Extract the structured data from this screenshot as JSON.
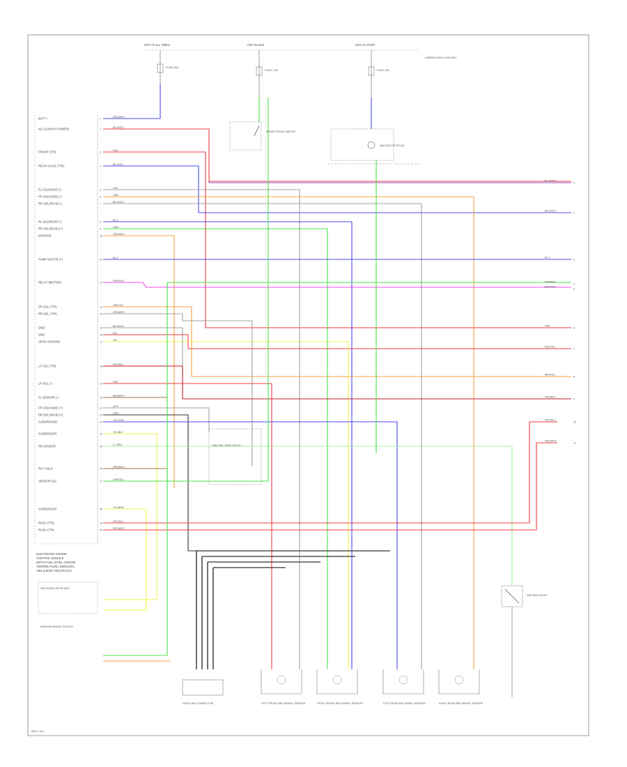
{
  "ecm_block": {
    "title_lines": [
      "ELECTRONIC ENGINE",
      "CONTROL MODULE",
      "(WITH FUEL LEVEL, ENGINE",
      "TEMPERATURE, EMISSION,",
      "ABS & BODY MULTIPLEX)"
    ],
    "pins": [
      {
        "label": "BATT +",
        "wire": "RED/WHT"
      },
      {
        "label": "IG1 (ALWAYS POWER)",
        "wire": "BLU/RED"
      },
      {
        "label": "FRONT CTRL",
        "wire": "RED"
      },
      {
        "label": "REAR VALVE CTRL",
        "wire": "BLU/YEL"
      },
      {
        "label": "FL SOLENOID (-)",
        "wire": "GRY"
      },
      {
        "label": "FR SOLENOID (-)",
        "wire": "ORN"
      },
      {
        "label": "RR SOLENOID (-)",
        "wire": "BLU/WHT"
      },
      {
        "label": "RL SOLENOID (-)",
        "wire": "BLU"
      },
      {
        "label": "RR SOLENOID (+)",
        "wire": "GRN"
      },
      {
        "label": "GROUND",
        "wire": "GRN/WHT"
      },
      {
        "label": "PUMP MOTOR (+)",
        "wire": "BLU"
      },
      {
        "label": "RELAY (MOTOR)",
        "wire": "PNK/WHT"
      },
      {
        "label": "FR SOL CTRL",
        "wire": "ORN/YEL"
      },
      {
        "label": "RR SOL CTRL",
        "wire": "GRN/BRN"
      },
      {
        "label": "GND",
        "wire": "BLK/WHT"
      },
      {
        "label": "GND",
        "wire": "BLK"
      },
      {
        "label": "SENS GROUND",
        "wire": "YEL"
      },
      {
        "label": "LF SOL CTRL",
        "wire": "RED/BLK"
      },
      {
        "label": "LR SOL (-)",
        "wire": "RED"
      },
      {
        "label": "FL SENSOR (-)",
        "wire": "BRN/WHT"
      },
      {
        "label": "FR SOLENOID (+)",
        "wire": "WHT"
      },
      {
        "label": "RR SOLENOID (+)",
        "wire": "GRN"
      },
      {
        "label": "SUBGROUND",
        "wire": "YEL/GRN"
      },
      {
        "label": "SUBSENSOR",
        "wire": "YEL/BLK"
      },
      {
        "label": "RR SENSOR",
        "wire": "LT GRN"
      },
      {
        "label": "RLY HOLD",
        "wire": "ORN/BRN"
      },
      {
        "label": "SENSOR SIG",
        "wire": "GRN/YEL"
      },
      {
        "label": "SUBSENSOR",
        "wire": "YEL/BRN"
      },
      {
        "label": "RSOL CTRL",
        "wire": "RED/BLU"
      },
      {
        "label": "RSOL CTRL",
        "wire": "RED/WHT"
      }
    ]
  },
  "top_supplies": [
    {
      "label": "HOT AT ALL TIMES"
    },
    {
      "label": "HOT IN RUN"
    },
    {
      "label": "HOT IN START"
    }
  ],
  "fuses": [
    {
      "label": "FUSE 15A"
    },
    {
      "label": "FUSE 7.5A"
    },
    {
      "label": "FUSE 10A"
    }
  ],
  "fuse_box_note": "UNDER-DASH FUSE BOX",
  "relays": [
    {
      "label": "BRAKE PEDAL SWITCH"
    },
    {
      "label": "ABS MOTOR RELAY"
    },
    {
      "label": "ABS FAIL-SAFE RELAY"
    }
  ],
  "right_ends": [
    {
      "wire": "BLU/RED",
      "num": "1"
    },
    {
      "wire": "BLU/WHT",
      "num": "2"
    },
    {
      "wire": "BLU",
      "num": "3"
    },
    {
      "wire": "GRN/BLK",
      "num": "4"
    },
    {
      "wire": "PNK/WHT",
      "num": "5"
    },
    {
      "wire": "RED",
      "num": "6"
    },
    {
      "wire": "RED/YEL",
      "num": "7"
    },
    {
      "wire": "BRN/YEL",
      "num": "8"
    },
    {
      "wire": "RED/BLK",
      "num": "9"
    },
    {
      "wire": "RED/BLU",
      "num": "10"
    },
    {
      "wire": "RED/WHT",
      "num": "11"
    }
  ],
  "bottom_components": [
    {
      "label": "DATA LINK CONNECTOR"
    },
    {
      "label": "LEFT FRONT ABS WHEEL SENSOR"
    },
    {
      "label": "RIGHT FRONT ABS WHEEL SENSOR"
    },
    {
      "label": "LEFT REAR ABS WHEEL SENSOR"
    },
    {
      "label": "RIGHT REAR ABS WHEEL SENSOR"
    },
    {
      "label": "ABS INDICATOR"
    }
  ],
  "left_lower_blocks": [
    {
      "label": "ABS MODULATOR UNIT"
    },
    {
      "label": "PARKING BRAKE SWITCH"
    }
  ],
  "footer_ref": "ABS 1 of 3",
  "colors": {
    "red": "#f0383c",
    "blue": "#4848f0",
    "green": "#48e048",
    "orange": "#f4a040",
    "purple": "#9848c8",
    "pink": "#f048f0",
    "yellow": "#f0f048",
    "gray": "#a0a0a0",
    "black": "#303030",
    "brown": "#a07040",
    "darkred": "#c81830",
    "ltgreen": "#a0f0a0"
  }
}
